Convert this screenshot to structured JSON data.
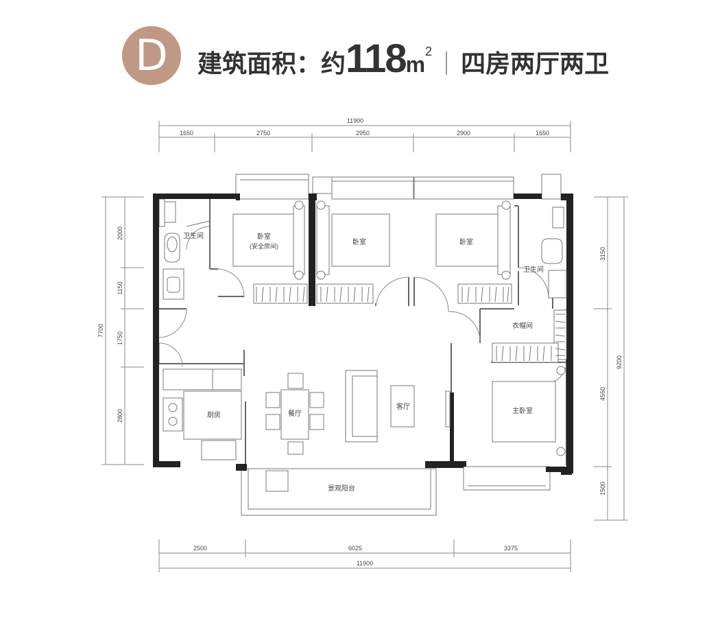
{
  "header": {
    "badge_letter": "D",
    "area_label": "建筑面积：约",
    "area_value": "118",
    "area_unit": "m",
    "area_unit_sup": "2",
    "layout_type": "四房两厅两卫"
  },
  "dimensions": {
    "top_total": "11900",
    "top_segments": [
      "1650",
      "2750",
      "2950",
      "2900",
      "1650"
    ],
    "bottom_segments": [
      "2500",
      "6025",
      "3375"
    ],
    "bottom_total": "11900",
    "left_total": "7700",
    "left_segments": [
      "2000",
      "1150",
      "1750",
      "2800"
    ],
    "right_total": "9200",
    "right_segments": [
      "3150",
      "4550",
      "1500"
    ]
  },
  "rooms": {
    "bathroom_left": "卫生间",
    "bedroom_1": "卧室",
    "bedroom_1_sub": "(安全房间)",
    "bedroom_2": "卧室",
    "bedroom_3": "卧室",
    "bathroom_right": "卫生间",
    "walkin_closet": "衣帽间",
    "kitchen": "厨房",
    "dining": "餐厅",
    "living": "客厅",
    "master_bedroom": "主卧室",
    "balcony": "景观阳台"
  }
}
